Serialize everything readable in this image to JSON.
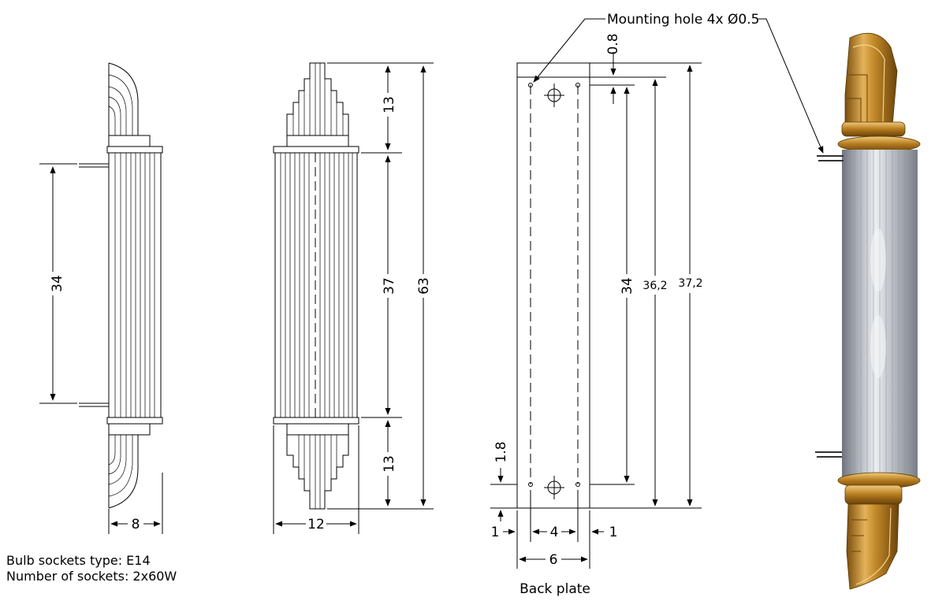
{
  "dimensions": {
    "side_height": "34",
    "side_width": "8",
    "front_top": "13",
    "front_middle": "37",
    "front_bottom": "13",
    "front_total": "63",
    "front_width": "12",
    "plate_hole_offset_top": "0.8",
    "plate_hole_offset_bottom": "1.8",
    "plate_hole_spacing": "34",
    "plate_inner_height": "36,2",
    "plate_total_height": "37,2",
    "plate_margin_left": "1",
    "plate_hole_spacing_h": "4",
    "plate_margin_right": "1",
    "plate_width": "6"
  },
  "labels": {
    "mounting_hole": "Mounting hole 4x Ø0.5",
    "back_plate": "Back plate"
  },
  "notes": {
    "socket_type": "Bulb sockets type: E14",
    "socket_count": "Number of sockets: 2x60W"
  },
  "colors": {
    "line": "#000000",
    "brass_light": "#e0b35a",
    "brass_dark": "#8a5a12",
    "glass_light": "#e6e8ec",
    "glass_dark": "#7d818a"
  }
}
